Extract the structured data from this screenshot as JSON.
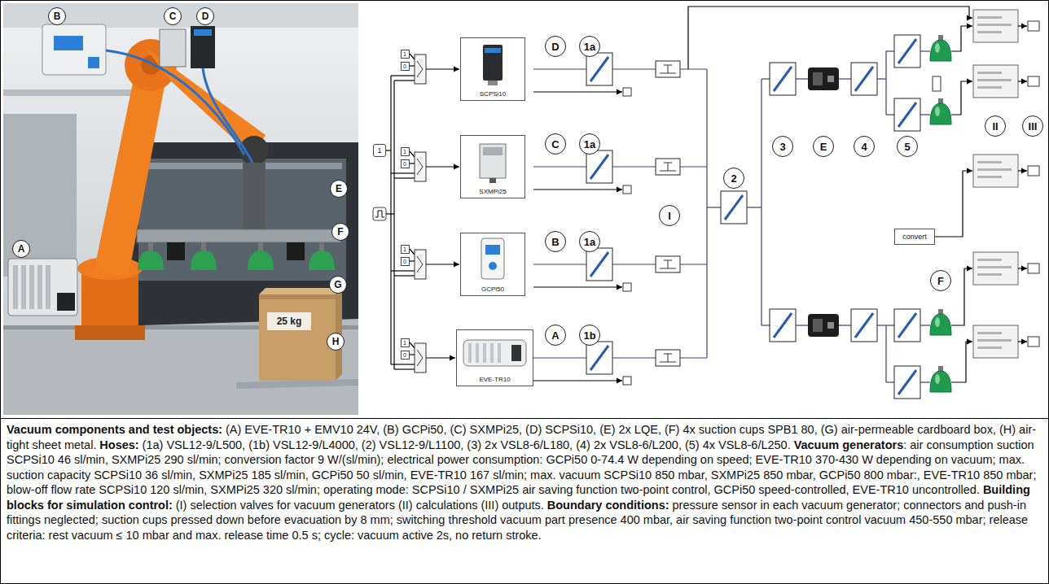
{
  "diagram": {
    "nodes": [
      {
        "text": [
          "SCPSi10"
        ]
      },
      {
        "text": [
          "SXMPi25"
        ]
      },
      {
        "text": [
          "GCPi50"
        ]
      },
      {
        "text": [
          "EVE-TR10"
        ]
      },
      {
        "text": [
          "convert"
        ]
      }
    ],
    "labels": [
      "B",
      "C",
      "D",
      "E",
      "F",
      "A",
      "G",
      "25 kg",
      "H",
      "1",
      "1",
      "0",
      "1",
      "0",
      "1",
      "0",
      "1",
      "0",
      "D",
      "1a",
      "C",
      "1a",
      "I",
      "B",
      "1a",
      "A",
      "1b",
      "2",
      "3",
      "E",
      "4",
      "5",
      "II",
      "III",
      "F",
      "Vacuum components and test objects:",
      "(A) EVE-TR10 + EMV10 24V, (B) GCPi50, (C) SXMPi25, (D) SCPSi10, (E) 2x LQE, (F) 4x suction cups SPB1 80, (G) air-permeable cardboard box, (H) air-tight sheet metal.",
      "Hoses:",
      "(1a) VSL12-9/L500, (1b) VSL12-9/L4000, (2) VSL12-9/L1100, (3) 2x VSL8-6/L180, (4) 2x VSL8-6/L200, (5) 4x VSL8-6/L250.",
      "Vacuum generators",
      ": air consumption suction SCPSi10 46 sl/min, SXMPi25 290 sl/min; conversion factor 9 W/(sl/min); electrical power consumption: GCPi50 0-74.4 W depending on speed; EVE-TR10 370-430 W depending on vacuum; max. suction capacity SCPSi10 36 sl/min, SXMPi25 185 sl/min, GCPi50 50 sl/min, EVE-TR10 167 sl/min; max. vacuum SCPSi10 850 mbar, SXMPi25 850 mbar, GCPi50 800 mbar:, EVE-TR10 850 mbar; blow-off flow rate SCPSi10 120 sl/min, SXMPi25 320 sl/min; operating mode: SCPSi10 / SXMPi25 air saving function two-point control, GCPi50 speed-controlled, EVE-TR10 uncontrolled.",
      "Building blocks for simulation control:",
      "(I) selection valves for vacuum generators (II) calculations (III) outputs.",
      "Boundary conditions:",
      "pressure sensor in each vacuum generator; connectors and push-in fittings neglected; suction cups pressed down before evacuation by 8 mm; switching threshold vacuum part presence 400 mbar, air saving function two-point control vacuum 450-550 mbar; release criteria: rest vacuum ≤ 10 mbar and max. release time 0.5 s; cycle: vacuum active 2s, no return stroke."
    ]
  }
}
